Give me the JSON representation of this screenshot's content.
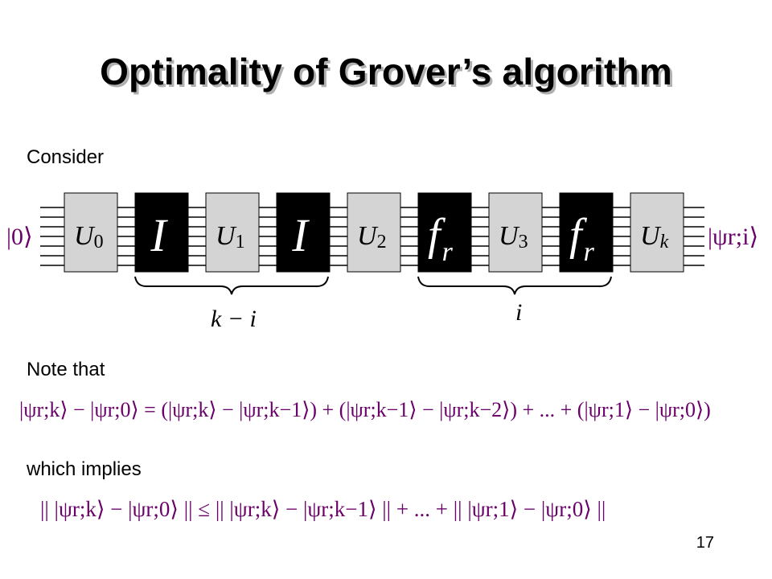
{
  "slide": {
    "title": "Optimality of Grover’s algorithm",
    "consider": "Consider",
    "note_that": "Note that",
    "which_implies": "which implies",
    "page_number": "17"
  },
  "circuit": {
    "input_state": "|0⟩",
    "output_state": "|ψr;i⟩",
    "gates": [
      {
        "label": "U",
        "sub": "0",
        "kind": "unitary"
      },
      {
        "label": "I",
        "sub": "",
        "kind": "black"
      },
      {
        "label": "U",
        "sub": "1",
        "kind": "unitary"
      },
      {
        "label": "I",
        "sub": "",
        "kind": "black"
      },
      {
        "label": "U",
        "sub": "2",
        "kind": "unitary"
      },
      {
        "label": "f",
        "sub": "r",
        "kind": "black"
      },
      {
        "label": "U",
        "sub": "3",
        "kind": "unitary"
      },
      {
        "label": "f",
        "sub": "r",
        "kind": "black"
      },
      {
        "label": "U",
        "sub": "k",
        "kind": "unitary"
      }
    ],
    "brace_left_label": "k − i",
    "brace_right_label": "i",
    "colors": {
      "unitary_fill": "#d4d4d4",
      "black_fill": "#000000",
      "state_color": "#6a006a"
    }
  },
  "equations": {
    "note_eq": "|ψr;k⟩ − |ψr;0⟩ = (|ψr;k⟩ − |ψr;k−1⟩) + (|ψr;k−1⟩ − |ψr;k−2⟩) + ... + (|ψr;1⟩ − |ψr;0⟩)",
    "implies_eq": "|| |ψr;k⟩ − |ψr;0⟩ || ≤ || |ψr;k⟩ − |ψr;k−1⟩ || + ... + || |ψr;1⟩ − |ψr;0⟩ ||"
  }
}
